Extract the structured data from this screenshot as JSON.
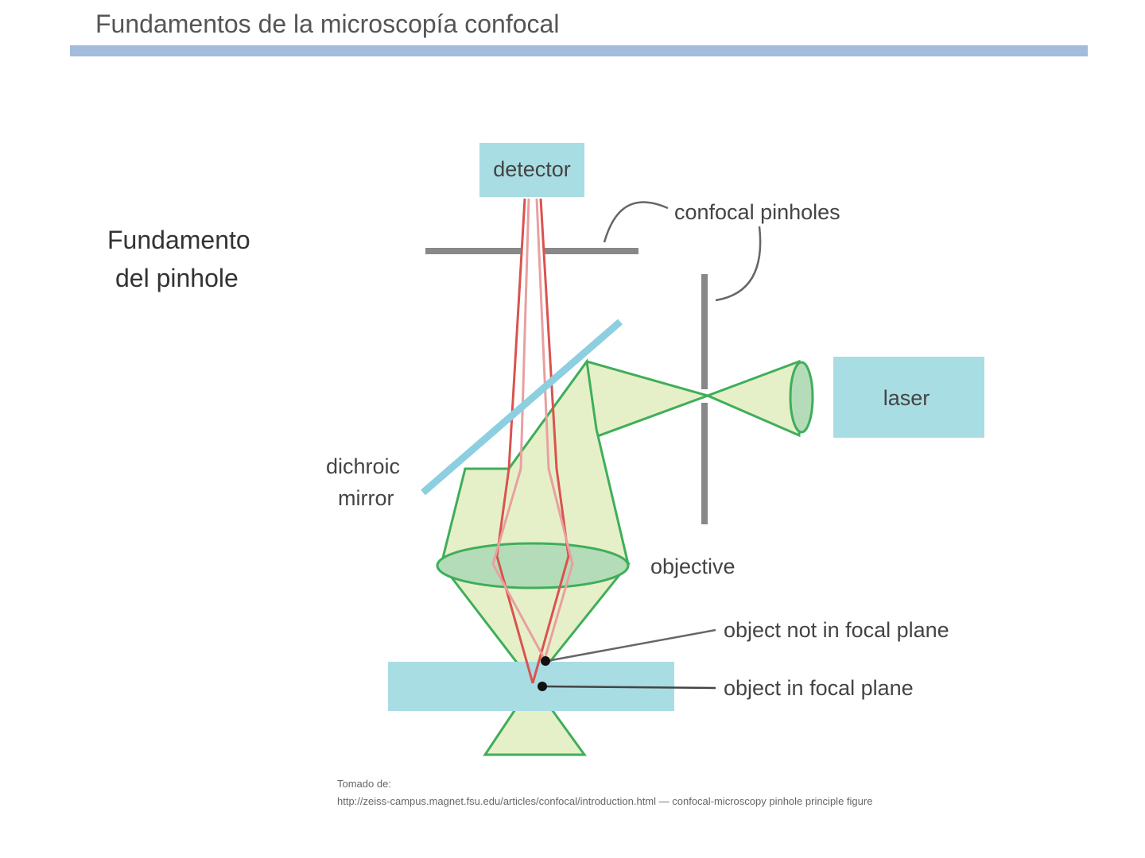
{
  "slide": {
    "title": "Fundamentos de la microscopía confocal",
    "side_text_line1": "Fundamento",
    "side_text_line2": "del pinhole"
  },
  "diagram": {
    "labels": {
      "detector": "detector",
      "confocal_pinholes": "confocal pinholes",
      "laser": "laser",
      "dichroic_line1": "dichroic",
      "dichroic_line2": "mirror",
      "objective": "objective",
      "object_not_focal": "object not in focal plane",
      "object_focal": "object in focal plane"
    },
    "colors": {
      "box": "#a8dde3",
      "beam": "#e6f0c8",
      "green": "#3fae5a",
      "red": "#d9534f",
      "mirror": "#8ccfe0",
      "gray": "#777777"
    }
  },
  "source": {
    "label": "Tomado de:",
    "text": "http://zeiss-campus.magnet.fsu.edu/articles/confocal/introduction.html — confocal-microscopy pinhole principle figure"
  }
}
